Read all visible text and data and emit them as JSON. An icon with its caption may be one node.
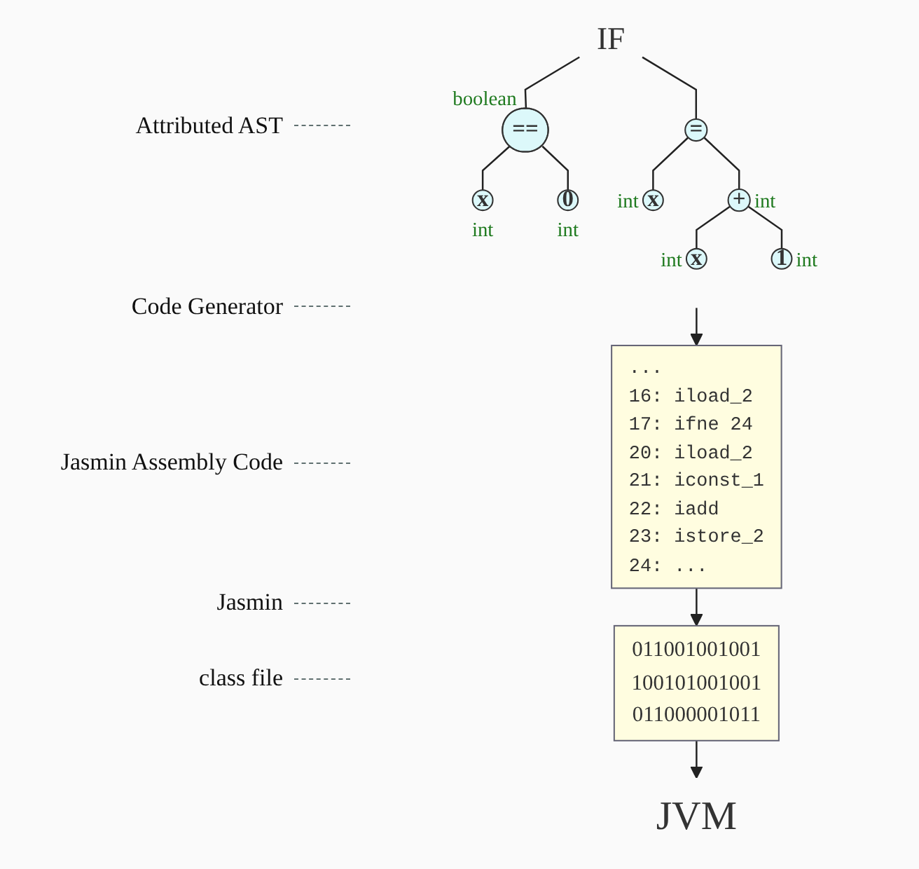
{
  "diagram": {
    "nodes": [
      {
        "text": [
          "IF"
        ]
      },
      {
        "text": [
          "=="
        ],
        "beside": [
          "boolean"
        ]
      },
      {
        "text": [
          "x"
        ],
        "beside": [
          "int"
        ]
      },
      {
        "text": [
          "0"
        ],
        "beside": [
          "int"
        ]
      },
      {
        "text": [
          "="
        ]
      },
      {
        "text": [
          "x"
        ],
        "beside": [
          "int"
        ]
      },
      {
        "text": [
          "+"
        ],
        "beside": [
          "int"
        ]
      },
      {
        "text": [
          "x"
        ],
        "beside": [
          "int"
        ]
      },
      {
        "text": [
          "1"
        ],
        "beside": [
          "int"
        ]
      },
      {
        "text": [
          "...",
          "16: iload_2",
          "17: ifne 24",
          "20: iload_2",
          "21: iconst_1",
          "22: iadd",
          "23: istore_2",
          "24: ..."
        ]
      },
      {
        "text": [
          "011001001001",
          "100101001001",
          "011000001011"
        ]
      },
      {
        "text": [
          "JVM"
        ]
      }
    ],
    "edges": [
      {
        "from": 0,
        "to": 1,
        "arrow": "none"
      },
      {
        "from": 1,
        "to": 2,
        "arrow": "none"
      },
      {
        "from": 1,
        "to": 3,
        "arrow": "none"
      },
      {
        "from": 0,
        "to": 4,
        "arrow": "none"
      },
      {
        "from": 4,
        "to": 5,
        "arrow": "none"
      },
      {
        "from": 4,
        "to": 6,
        "arrow": "none"
      },
      {
        "from": 6,
        "to": 7,
        "arrow": "none"
      },
      {
        "from": 6,
        "to": 8,
        "arrow": "none"
      },
      {
        "from": null,
        "to": 9,
        "arrow": "to"
      },
      {
        "from": 9,
        "to": 10,
        "arrow": "to"
      },
      {
        "from": 10,
        "to": 11,
        "arrow": "to"
      }
    ],
    "labels": [
      "Attributed AST",
      "Code Generator",
      "Jasmin Assembly Code",
      "Jasmin",
      "class file"
    ]
  }
}
